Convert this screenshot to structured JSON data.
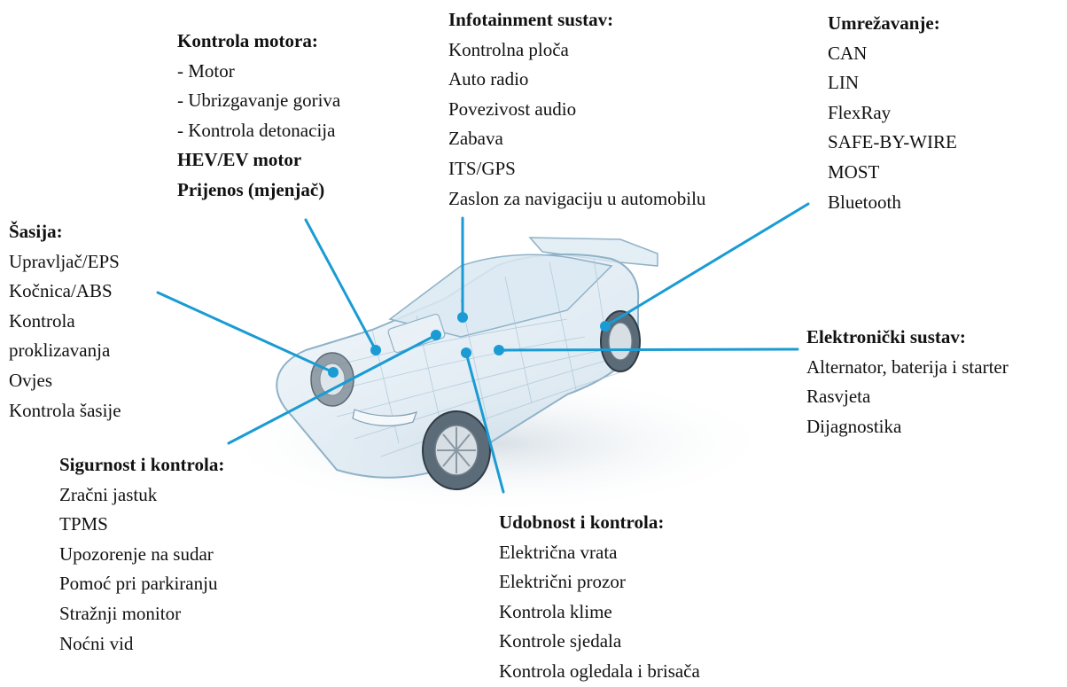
{
  "colors": {
    "leader_line": "#1a9bd4",
    "car_outline": "#8fb2c8",
    "car_glass": "#dbe9f2",
    "text": "#111111"
  },
  "groups": {
    "engine": {
      "title": "Kontrola motora:",
      "items": [
        "- Motor",
        "- Ubrizgavanje goriva",
        "- Kontrola detonacija"
      ],
      "extra": [
        "HEV/EV motor",
        "Prijenos (mjenjač)"
      ]
    },
    "infotainment": {
      "title": "Infotainment sustav:",
      "items": [
        "Kontrolna ploča",
        "Auto radio",
        "Povezivost audio",
        "Zabava",
        "ITS/GPS",
        "Zaslon za navigaciju u automobilu"
      ]
    },
    "networking": {
      "title": "Umrežavanje:",
      "items": [
        "CAN",
        "LIN",
        "FlexRay",
        "SAFE-BY-WIRE",
        "MOST",
        "Bluetooth"
      ]
    },
    "chassis": {
      "title": "Šasija:",
      "items": [
        "Upravljač/EPS",
        "Kočnica/ABS",
        "Kontrola",
        "proklizavanja",
        "Ovjes",
        "Kontrola šasije"
      ]
    },
    "electronic": {
      "title": "Elektronički sustav:",
      "items": [
        "Alternator, baterija i starter",
        "Rasvjeta",
        "Dijagnostika"
      ]
    },
    "safety": {
      "title": "Sigurnost i kontrola:",
      "items": [
        "Zračni jastuk",
        "TPMS",
        "Upozorenje na sudar",
        "Pomoć pri parkiranju",
        "Stražnji monitor",
        "Noćni vid"
      ]
    },
    "comfort": {
      "title": "Udobnost i kontrola:",
      "items": [
        "Električna vrata",
        "Električni prozor",
        "Kontrola klime",
        "Kontrole sjedala",
        "Kontrola ogledala i brisača"
      ]
    }
  }
}
